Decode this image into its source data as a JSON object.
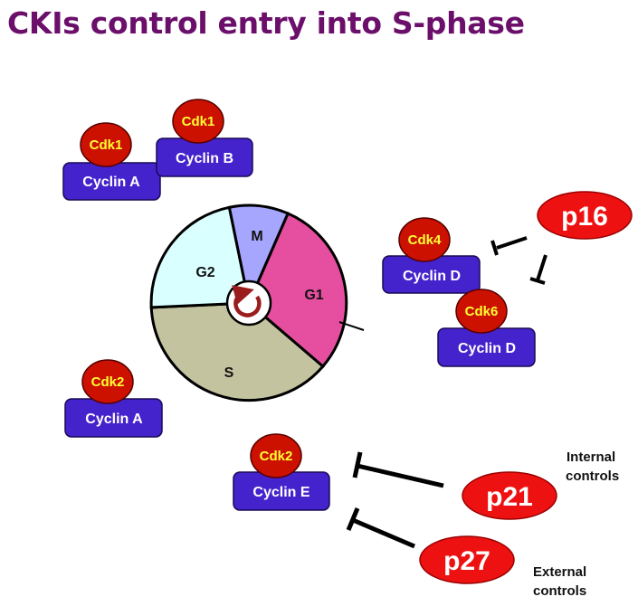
{
  "title": "CKIs control entry into S-phase",
  "colors": {
    "title": "#6b0f6b",
    "cyclin_fill": "#4422cc",
    "cdk_fill": "#cc1100",
    "cdk_text": "#ffff33",
    "inhibitor_fill": "#ee1111",
    "phase_M": "#a6a6ff",
    "phase_G1": "#e64fa0",
    "phase_S": "#c4c3a0",
    "phase_G2": "#d9ffff",
    "arrow_icon": "#9b1c1c"
  },
  "phases": {
    "M": "M",
    "G1": "G1",
    "S": "S",
    "G2": "G2"
  },
  "complexes": {
    "cdk1_cyclinA": {
      "cdk": "Cdk1",
      "cyclin": "Cyclin A"
    },
    "cdk1_cyclinB": {
      "cdk": "Cdk1",
      "cyclin": "Cyclin B"
    },
    "cdk2_cyclinA": {
      "cdk": "Cdk2",
      "cyclin": "Cyclin A"
    },
    "cdk4_cyclinD": {
      "cdk": "Cdk4",
      "cyclin": "Cyclin D"
    },
    "cdk6_cyclinD": {
      "cdk": "Cdk6",
      "cyclin": "Cyclin D"
    },
    "cdk2_cyclinE": {
      "cdk": "Cdk2",
      "cyclin": "Cyclin E"
    }
  },
  "inhibitors": {
    "p16": "p16",
    "p21": "p21",
    "p27": "p27"
  },
  "controls": {
    "internal": [
      "Internal",
      "controls"
    ],
    "external": [
      "External",
      "controls"
    ]
  },
  "icons": {
    "cycle": "circular-arrow-icon"
  }
}
